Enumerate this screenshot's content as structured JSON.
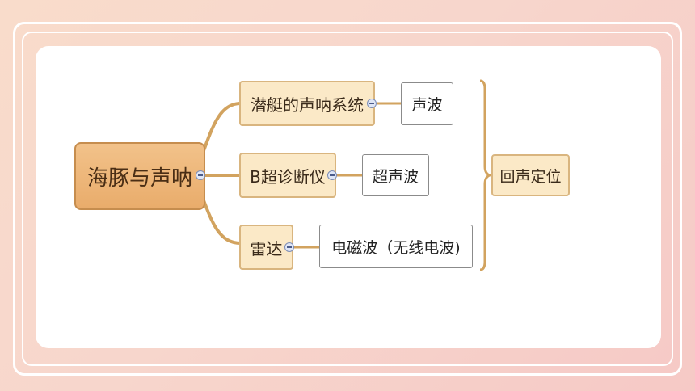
{
  "mindmap": {
    "root": "海豚与声呐",
    "branches": [
      {
        "label": "潜艇的声呐系统",
        "leaf": "声波"
      },
      {
        "label": "B超诊断仪",
        "leaf": "超声波"
      },
      {
        "label": "雷达",
        "leaf": "电磁波（无线电波)"
      }
    ],
    "summary": "回声定位"
  },
  "colors": {
    "link": "#d2a35f",
    "root_fill": "#eab476",
    "branch_fill": "#fbe9c7",
    "background": "#f8d8ca"
  }
}
